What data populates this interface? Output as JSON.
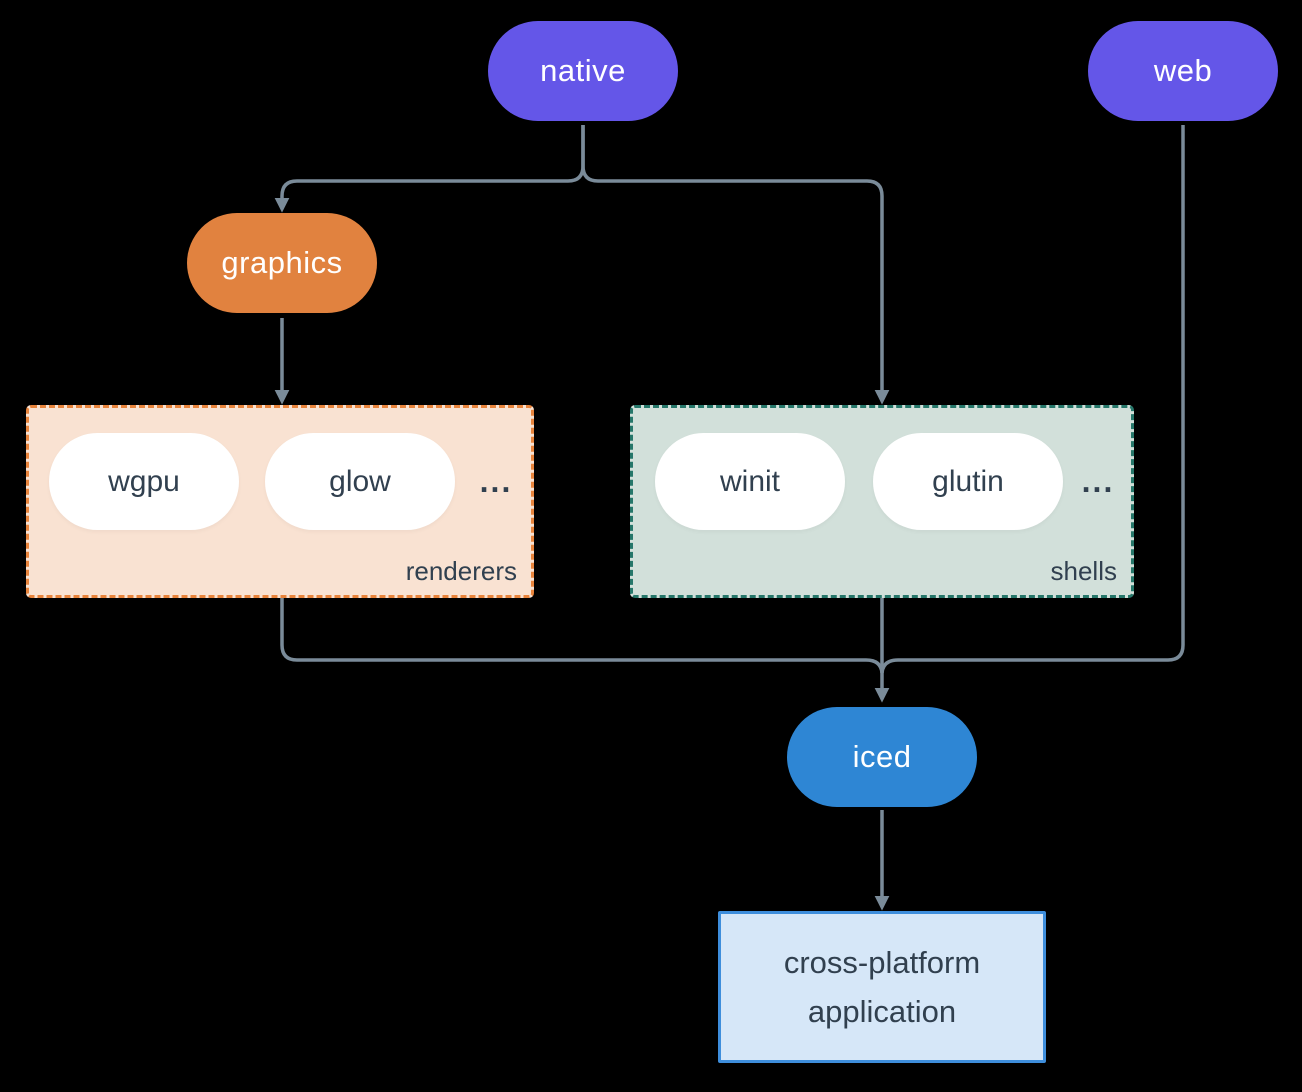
{
  "nodes": {
    "native": {
      "label": "native"
    },
    "web": {
      "label": "web"
    },
    "graphics": {
      "label": "graphics"
    },
    "iced": {
      "label": "iced"
    }
  },
  "groups": {
    "renderers": {
      "label": "renderers",
      "items": [
        "wgpu",
        "glow"
      ],
      "ellipsis": "..."
    },
    "shells": {
      "label": "shells",
      "items": [
        "winit",
        "glutin"
      ],
      "ellipsis": "..."
    }
  },
  "app": {
    "line1": "cross-platform",
    "line2": "application"
  },
  "colors": {
    "purple": "#6456e8",
    "orange": "#e1823f",
    "blue": "#2e86d4",
    "renderers-bg": "#f9e2d2",
    "renderers-border": "#e8843c",
    "shells-bg": "#d2e0da",
    "shells-border": "#26776a",
    "app-bg": "#d6e7f8",
    "app-border": "#3e8edc",
    "text-dark": "#31404f",
    "arrow": "#7a8b99",
    "chip-bg": "#ffffff",
    "node-text": "#ffffff",
    "background": "#000000"
  }
}
